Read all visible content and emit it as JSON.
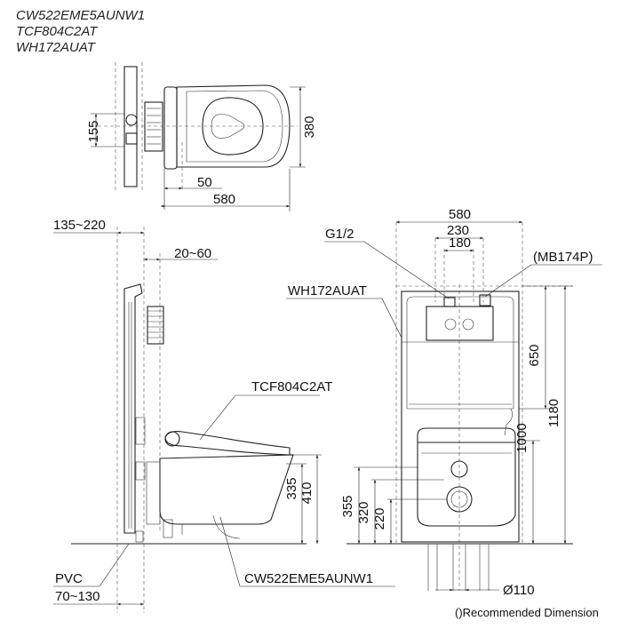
{
  "models": [
    "CW522EME5AUNW1",
    "TCF804C2AT",
    "WH172AUAT"
  ],
  "top_view": {
    "dim_155": "155",
    "dim_380": "380",
    "dim_50": "50",
    "dim_580": "580"
  },
  "side_view": {
    "dim_135_220": "135~220",
    "dim_20_60": "20~60",
    "label_seat": "TCF804C2AT",
    "dim_335": "335",
    "dim_410": "410",
    "label_bowl": "CW522EME5AUNW1",
    "label_pvc": "PVC",
    "dim_70_130": "70~130"
  },
  "front_view": {
    "dim_580": "580",
    "dim_230": "230",
    "dim_180": "180",
    "label_g12": "G1/2",
    "label_mb174p": "(MB174P)",
    "label_frame": "WH172AUAT",
    "dim_650": "650",
    "dim_1180": "1180",
    "dim_1000": "1000",
    "dim_355": "355",
    "dim_320": "320",
    "dim_220": "220",
    "dim_110": "Ø110"
  },
  "footnote": "()Recommended Dimension"
}
